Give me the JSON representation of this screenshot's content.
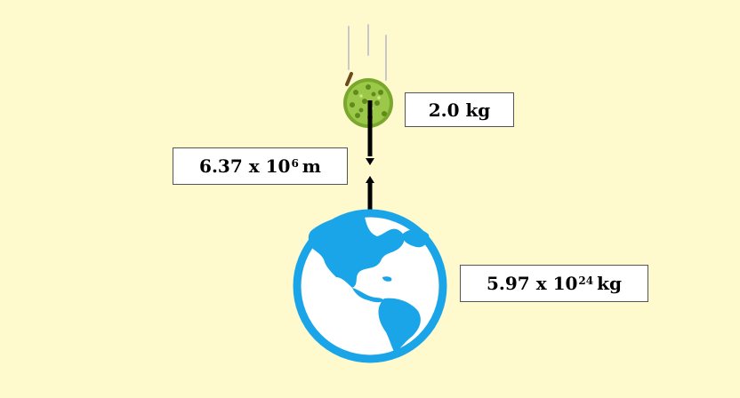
{
  "labels": {
    "fruit_mass": "2.0 kg",
    "distance_base": "6.37 x 10",
    "distance_exp": "6",
    "distance_unit": "m",
    "earth_mass_base": "5.97 x 10",
    "earth_mass_exp": "24",
    "earth_mass_unit": "kg"
  },
  "colors": {
    "background": "#fffacd",
    "earth": "#1aa5e8",
    "fruit": "#8cb83a",
    "arrow": "#000000"
  },
  "icons": {
    "fruit": "durian-icon",
    "earth": "earth-globe-icon"
  }
}
